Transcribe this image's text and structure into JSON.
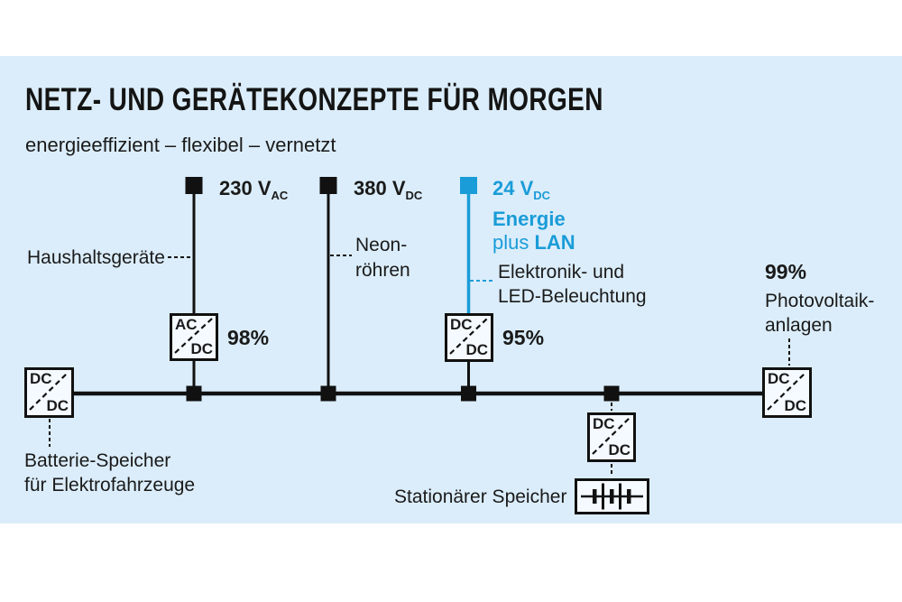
{
  "colors": {
    "panel_bg": "#dbedfa",
    "ink": "#1a1a1a",
    "accent_blue": "#1a9cd8"
  },
  "header": {
    "title": "NETZ- UND GERÄTEKONZEPTE FÜR MORGEN",
    "subtitle": "energieeffizient – flexibel – vernetzt"
  },
  "branches": {
    "ac230": {
      "value": "230 V",
      "sub": "AC"
    },
    "dc380": {
      "value": "380 V",
      "sub": "DC"
    },
    "dc24": {
      "value": "24 V",
      "sub": "DC",
      "line2": "Energie",
      "line3_plain": "plus",
      "line3_bold": "LAN"
    }
  },
  "labels": {
    "haushaltsgeraete": "Haushaltsgeräte",
    "neon_1": "Neon-",
    "neon_2": "röhren",
    "elektronik_1": "Elektronik- und",
    "elektronik_2": "LED-Beleuchtung",
    "pv_percent": "99%",
    "pv_1": "Photovoltaik-",
    "pv_2": "anlagen",
    "batterie_1": "Batterie-Speicher",
    "batterie_2": "für Elektrofahrzeuge",
    "stationaer": "Stationärer Speicher"
  },
  "converters": {
    "acdc": {
      "in": "AC",
      "out": "DC",
      "eff": "98%"
    },
    "dcdc_load": {
      "in": "DC",
      "out": "DC",
      "eff": "95%"
    },
    "dcdc_batt": {
      "in": "DC",
      "out": "DC"
    },
    "dcdc_pv": {
      "in": "DC",
      "out": "DC"
    },
    "dcdc_stat": {
      "in": "DC",
      "out": "DC"
    }
  }
}
